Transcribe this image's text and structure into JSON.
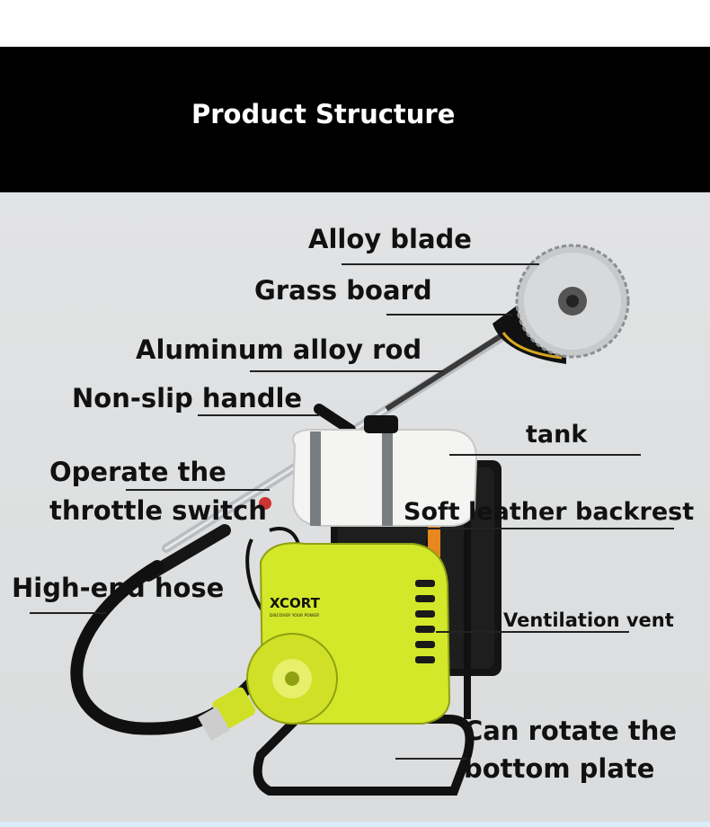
{
  "header": {
    "title": "Product Structure"
  },
  "labels": {
    "alloy_blade": "Alloy blade",
    "grass_board": "Grass board",
    "aluminum_rod": "Aluminum alloy rod",
    "non_slip_handle": "Non-slip handle",
    "tank": "tank",
    "throttle_1": "Operate the",
    "throttle_2": "throttle switch",
    "backrest": "Soft leather backrest",
    "hose": "High-end hose",
    "vent": "Ventilation vent",
    "rotate_1": "Can rotate the",
    "rotate_2": "bottom plate"
  },
  "engine": {
    "brand": "XCORT",
    "brand_sub": "DISCOVER YOUR POWER"
  },
  "colors": {
    "engine": "#d4e82a",
    "header": "#000000",
    "background": "#dcdedf"
  }
}
